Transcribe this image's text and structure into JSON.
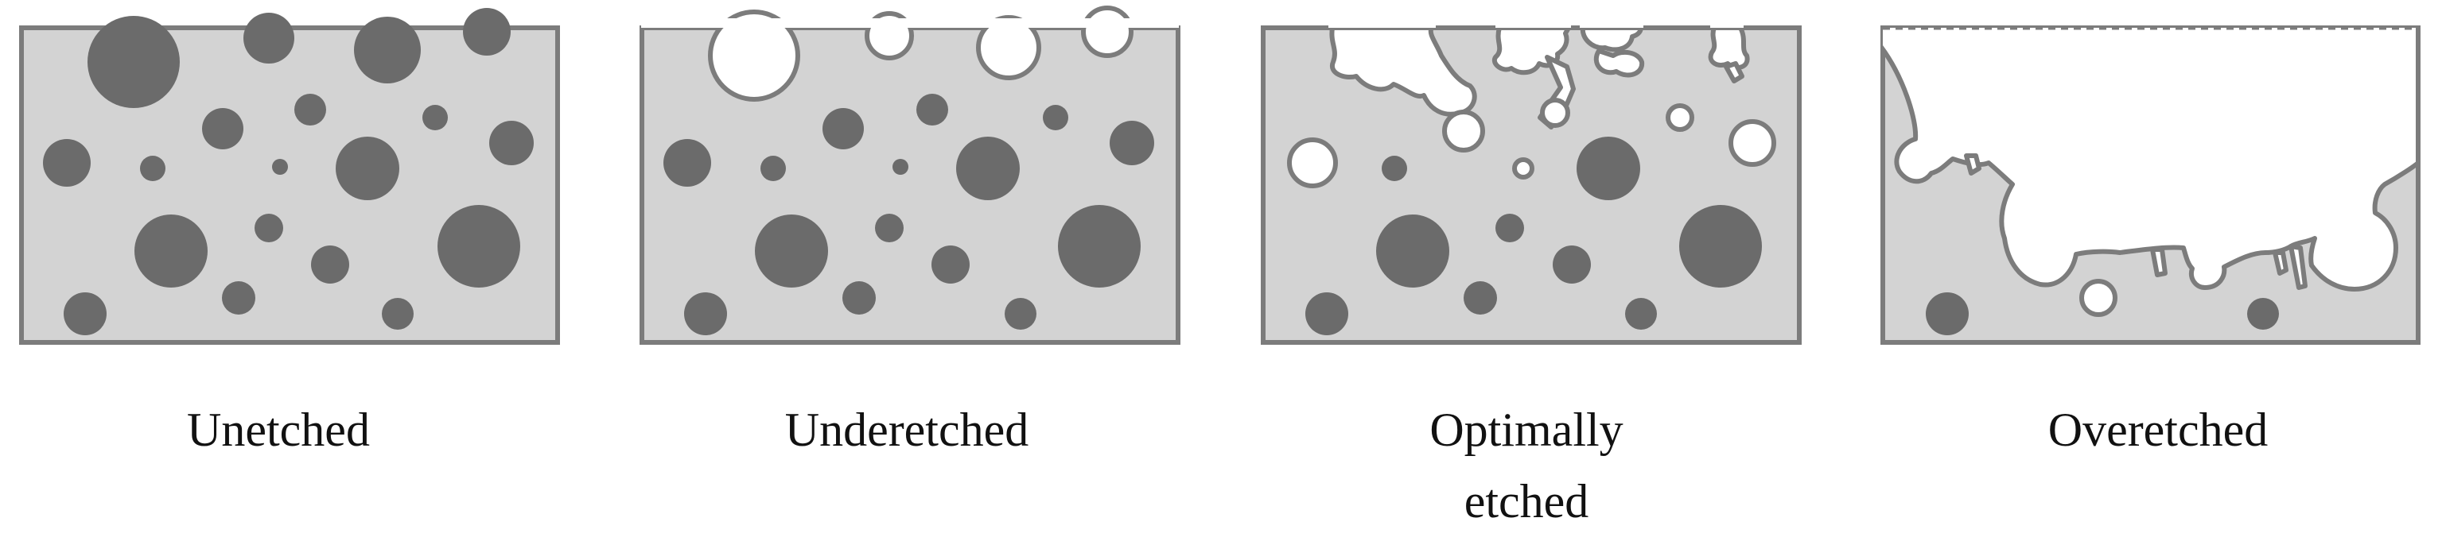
{
  "panels": [
    {
      "label": "Unetched"
    },
    {
      "label": "Underetched"
    },
    {
      "label": "Optimally\netched"
    },
    {
      "label": "Overetched"
    }
  ],
  "colors": {
    "matrix": "#d3d3d3",
    "border": "#7c7c7c",
    "particle": "#6b6b6b",
    "void": "#ffffff"
  }
}
